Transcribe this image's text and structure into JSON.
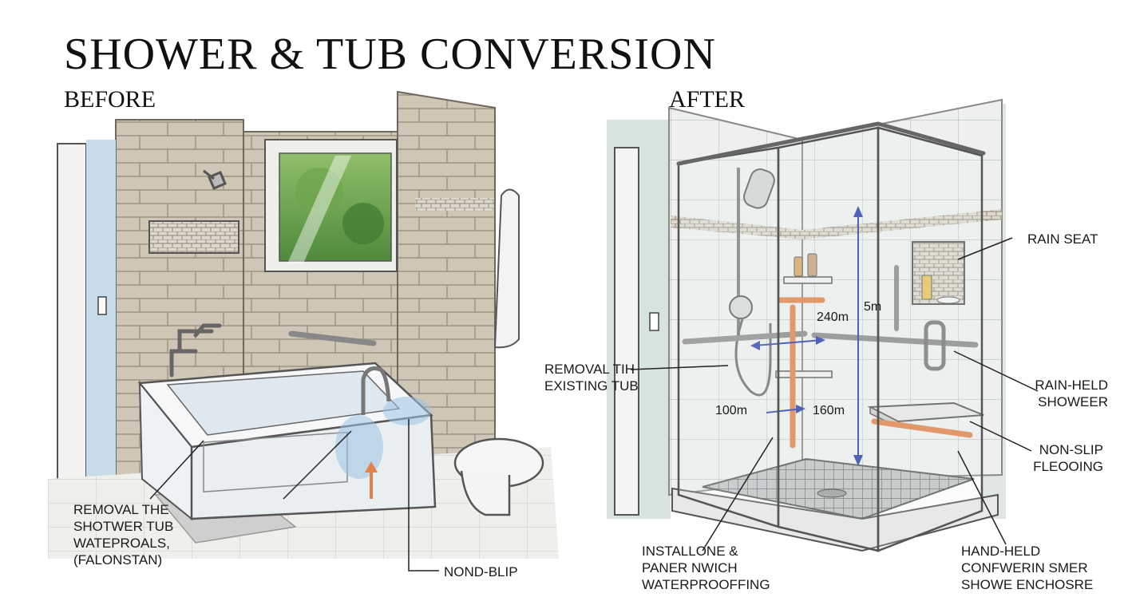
{
  "title": "SHOWER & TUB CONVERSION",
  "before": {
    "heading": "BEFORE",
    "labels": [
      {
        "lines": [
          "REMOVAL THE",
          "SHOTWER TUB",
          "WATEPROALS,",
          "(FALONSTAN)"
        ]
      },
      {
        "lines": [
          "NOND-BLIP"
        ]
      }
    ]
  },
  "after": {
    "heading": "AFTER",
    "labels": [
      {
        "lines": [
          "REMOVAL TIH",
          "EXISTING TUB"
        ]
      },
      {
        "lines": [
          "RAIN SEAT"
        ]
      },
      {
        "lines": [
          "RAIN-HELD",
          "SHOWEER"
        ]
      },
      {
        "lines": [
          "NON-SLIP",
          "FLEOOING"
        ]
      },
      {
        "lines": [
          "INSTALLONE &",
          "PANER NWICH",
          "WATERPROOFFING"
        ]
      },
      {
        "lines": [
          "HAND-HELD",
          "CONFWERIN SMER",
          "SHOWE ENCHOSRE"
        ]
      }
    ],
    "dimensions": [
      "240m",
      "5m",
      "100m",
      "160m"
    ]
  },
  "colors": {
    "tile_beige": "#cfc6b6",
    "tile_grout": "#9d9483",
    "glass": "#e8eef0",
    "grab_bar_orange": "#e0824a",
    "dimension_blue": "#2b3fa8",
    "water_blue": "#9cc3e2"
  }
}
